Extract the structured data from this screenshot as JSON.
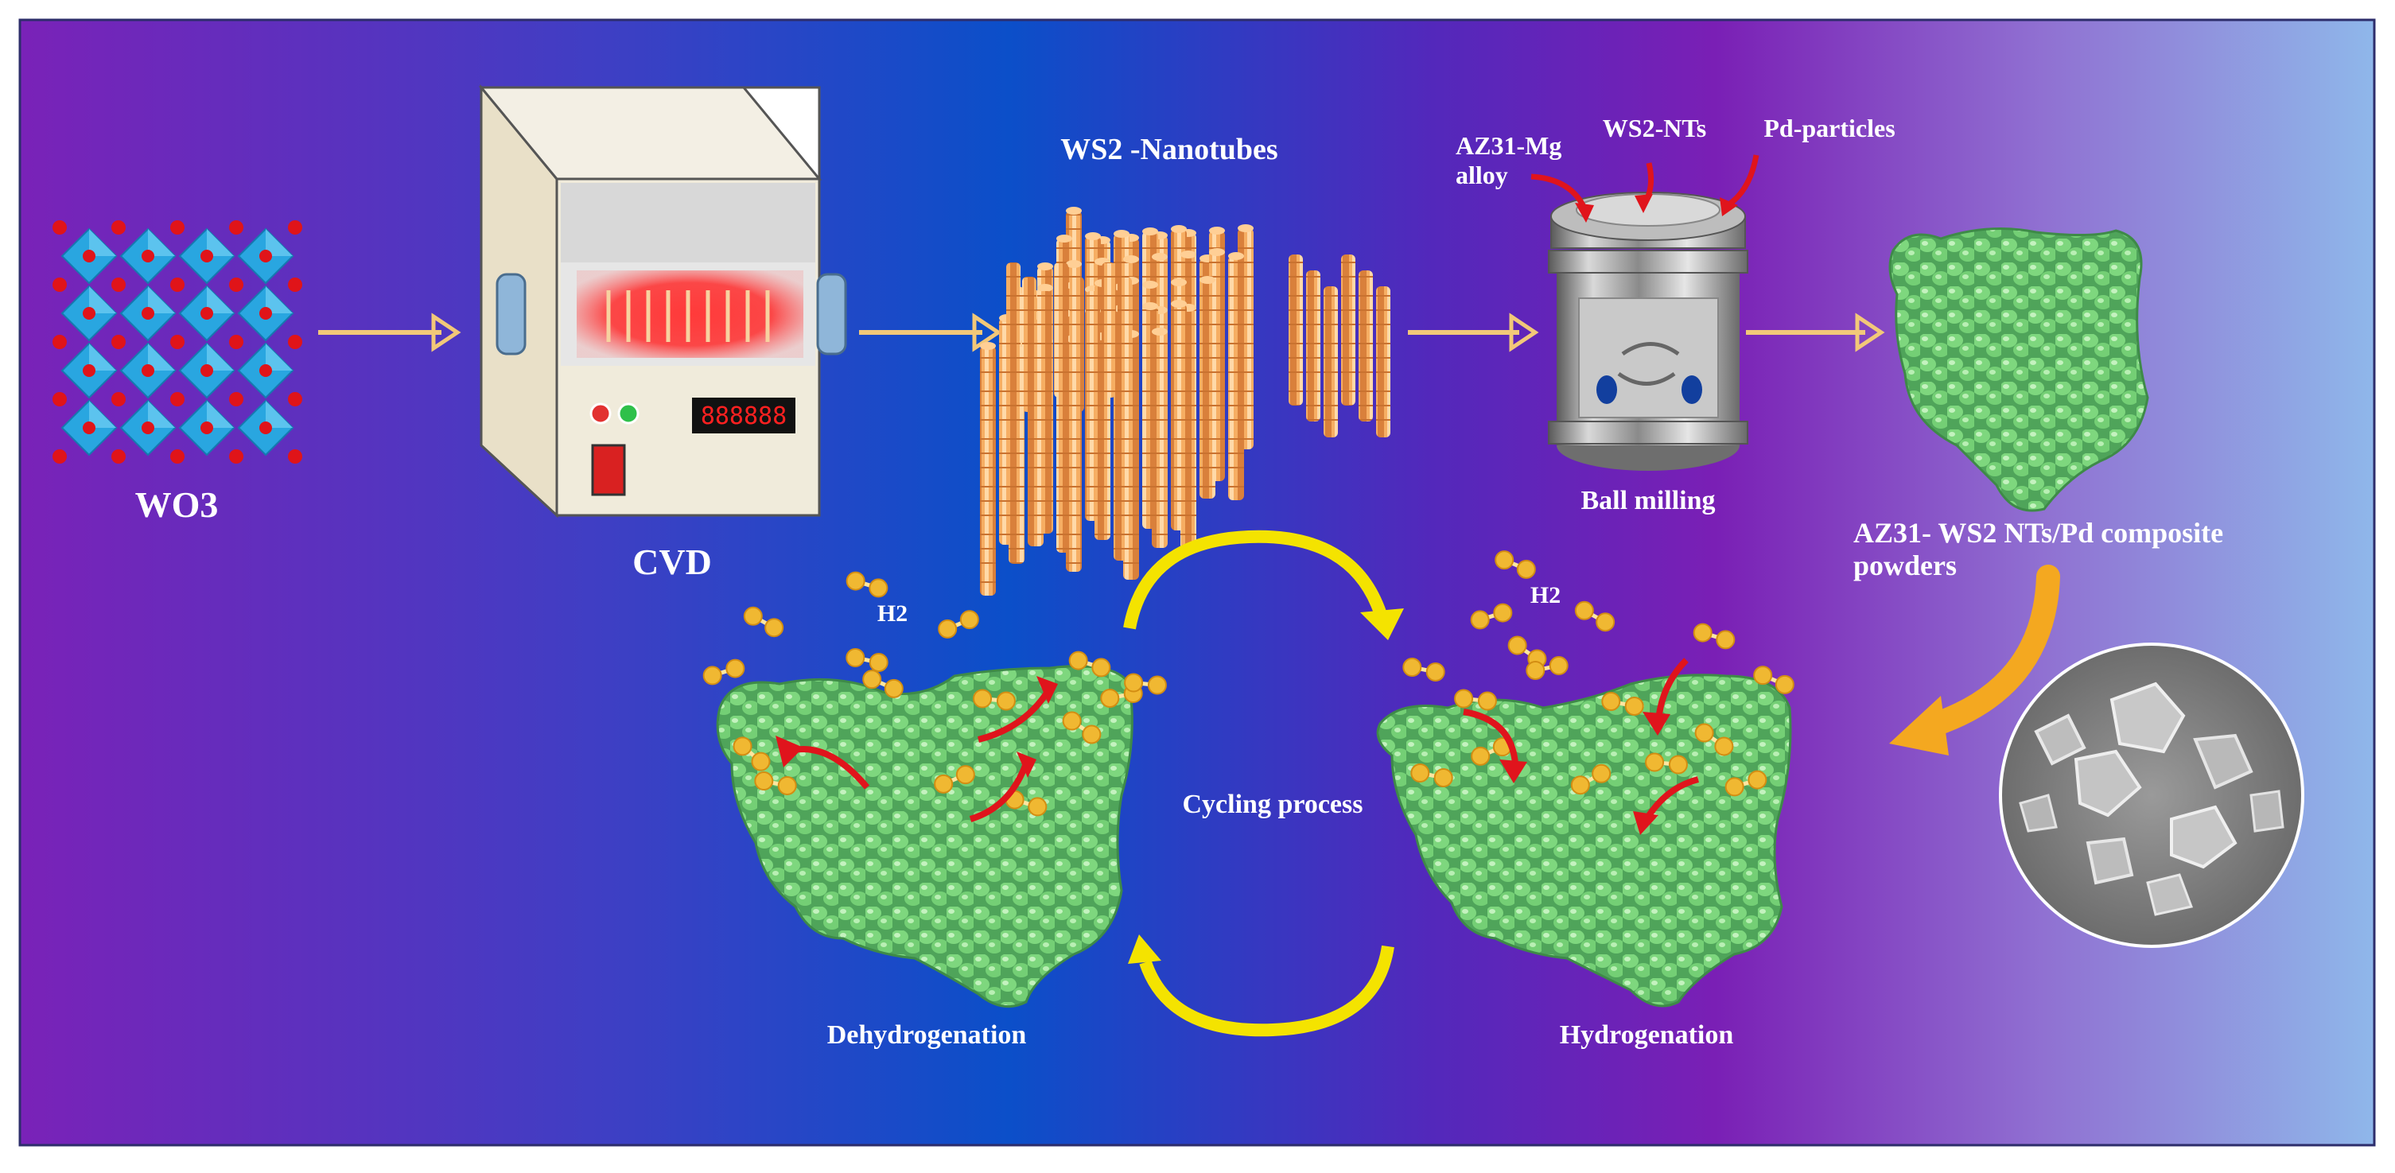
{
  "labels": {
    "wo3": "WO3",
    "cvd": "CVD",
    "nanotubes": "WS2 -Nanotubes",
    "az31_mg_alloy": "AZ31-Mg alloy",
    "ws2_nts": "WS2-NTs",
    "pd_particles": "Pd-particles",
    "ball_milling": "Ball milling",
    "composite_powders": "AZ31- WS2 NTs/Pd composite powders",
    "h2_left": "H2",
    "h2_right": "H2",
    "cycling_process": "Cycling process",
    "dehydrogenation": "Dehydrogenation",
    "hydrogenation": "Hydrogenation"
  },
  "display": {
    "digits": "888888"
  },
  "colors": {
    "bg_violet": "#7a22b8",
    "bg_blue": "#0b4fc9",
    "bg_lightblue": "#8fb7ea",
    "flow_arrow": "#f2c879",
    "cycle_arrow": "#f4e300",
    "reaction_arrow": "#e0141c",
    "powder_green": "#6fcf70",
    "nanotube_orange": "#f4a85a",
    "hydrogen_gold": "#f0b832",
    "lattice_cyan": "#29a6e0",
    "lattice_red": "#e01419"
  }
}
